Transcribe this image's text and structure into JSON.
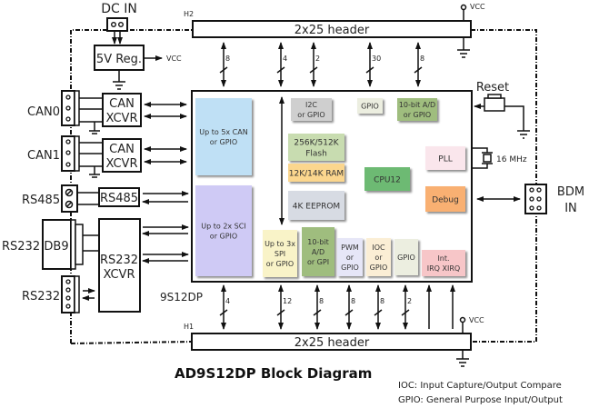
{
  "title": "AD9S12DP Block Diagram",
  "legend": {
    "ioc": "IOC: Input Capture/Output Compare",
    "gpio": "GPIO: General Purpose Input/Output"
  },
  "power": {
    "dc_in": "DC IN",
    "regulator": "5V Reg.",
    "vcc": "VCC"
  },
  "headers": {
    "top": {
      "id": "H2",
      "label": "2x25 header",
      "buses": [
        "8",
        "4",
        "2",
        "30",
        "8"
      ]
    },
    "bottom": {
      "id": "H1",
      "label": "2x25 header",
      "buses": [
        "4",
        "12",
        "8",
        "8",
        "8",
        "2"
      ]
    }
  },
  "chip": {
    "name": "9S12DP"
  },
  "connectors": {
    "can0": "CAN0",
    "can1": "CAN1",
    "rs485": "RS485",
    "rs232_db9": "RS232",
    "db9": "DB9",
    "rs232_header": "RS232",
    "bdm": [
      "BDM",
      "IN"
    ],
    "reset": "Reset",
    "crystal": "16 MHz"
  },
  "transceivers": {
    "can0": [
      "CAN",
      "XCVR"
    ],
    "can1": [
      "CAN",
      "XCVR"
    ],
    "rs485": "RS485",
    "rs232": [
      "RS232",
      "XCVR"
    ]
  },
  "modules": {
    "can": [
      "Up to 5x CAN",
      "or GPIO"
    ],
    "sci": [
      "Up to 2x SCI",
      "or GPIO"
    ],
    "i2c": [
      "I2C",
      "or GPIO"
    ],
    "gpio_top": "GPIO",
    "adc_top": [
      "10-bit A/D",
      "or GPIO"
    ],
    "flash": [
      "256K/512K",
      "Flash"
    ],
    "ram": "12K/14K RAM",
    "eeprom": "4K EEPROM",
    "cpu": "CPU12",
    "pll": "PLL",
    "debug": "Debug",
    "spi": [
      "Up to 3x",
      "SPI",
      "or GPIO"
    ],
    "adc_bottom": [
      "10-bit",
      "A/D",
      "or GPI"
    ],
    "pwm": [
      "PWM",
      "or",
      "GPIO"
    ],
    "ioc": [
      "IOC",
      "or",
      "GPIO"
    ],
    "gpio_bottom": "GPIO",
    "int": [
      "Int.",
      "IRQ  XIRQ"
    ]
  },
  "colors": {
    "can": "#bfe0f5",
    "sci": "#cfcaf5",
    "i2c": "#cfcfcf",
    "gpio_light": "#eceee0",
    "adc": "#9fbd7e",
    "flash": "#c8dcb0",
    "ram": "#fbd68e",
    "eeprom": "#d7dbe3",
    "cpu": "#6dba73",
    "pll": "#fae6ec",
    "debug": "#f9b072",
    "spi": "#f9f3c8",
    "pwm": "#e6e6f7",
    "ioc": "#fbeed5",
    "int": "#f7c6c8"
  }
}
